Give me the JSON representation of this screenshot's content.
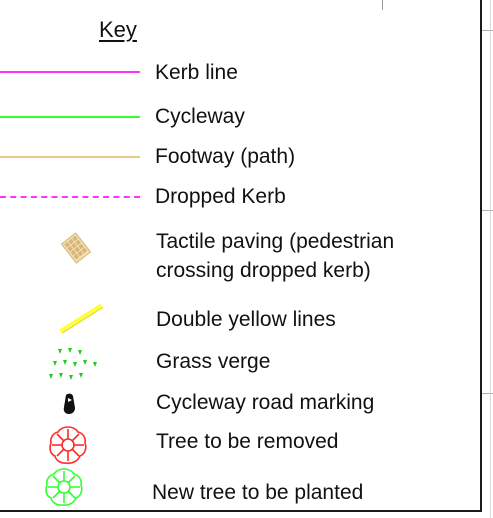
{
  "legend": {
    "title": "Key",
    "items": [
      {
        "label": "Kerb line",
        "color": "#ff33ff"
      },
      {
        "label": "Cycleway",
        "color": "#33ff33"
      },
      {
        "label": "Footway (path)",
        "color": "#e8c98a"
      },
      {
        "label": "Dropped Kerb",
        "color": "#ff33ff"
      },
      {
        "label_line1": "Tactile paving (pedestrian",
        "label_line2": "crossing dropped kerb)",
        "color": "#e8c98a"
      },
      {
        "label": "Double yellow lines",
        "color": "#ffff33"
      },
      {
        "label": "Grass verge",
        "color": "#22cc22"
      },
      {
        "label": "Cycleway road marking",
        "color": "#111111"
      },
      {
        "label": "Tree to be removed",
        "color": "#ff2a2a"
      },
      {
        "label": "New tree to be planted",
        "color": "#33ff33"
      }
    ]
  }
}
